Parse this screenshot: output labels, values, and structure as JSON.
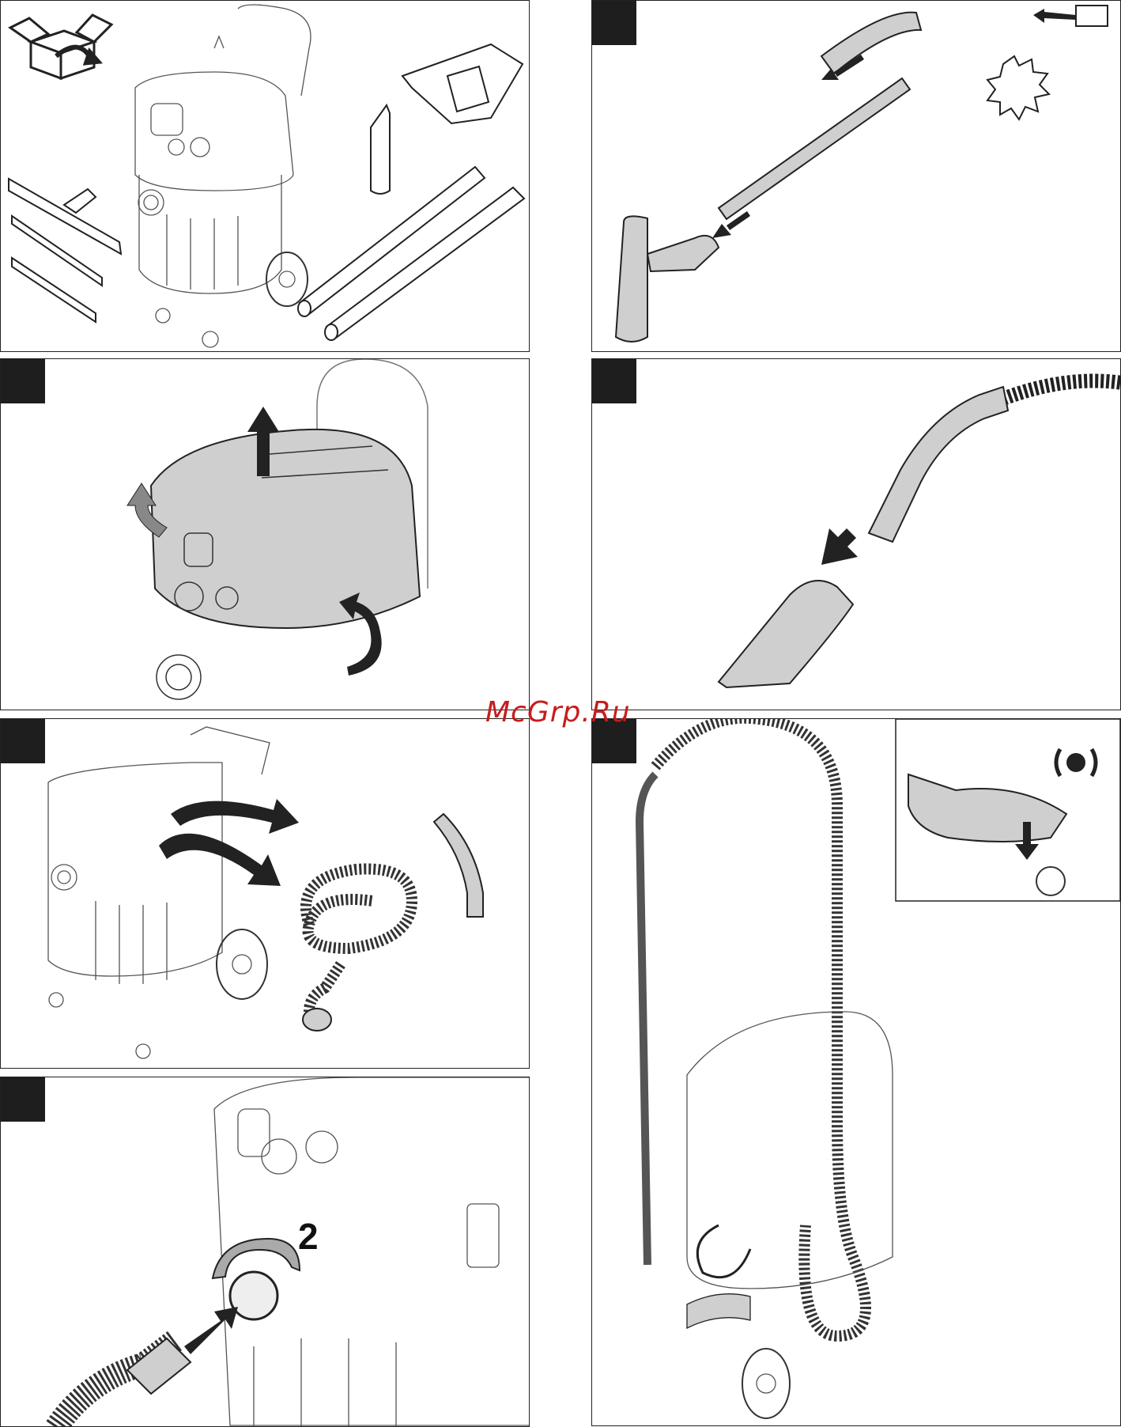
{
  "watermark": {
    "text": "McGrp.Ru"
  },
  "panels": [
    {
      "id": "unpack-contents",
      "has_number_tag": false
    },
    {
      "id": "assemble-tube-and-floor-nozzle",
      "has_number_tag": true
    },
    {
      "id": "remove-head",
      "has_number_tag": true
    },
    {
      "id": "attach-crevice-nozzle",
      "has_number_tag": true
    },
    {
      "id": "remove-accessories-from-container",
      "has_number_tag": true
    },
    {
      "id": "parking-brake-and-storage",
      "has_number_tag": true
    },
    {
      "id": "connect-suction-hose",
      "has_number_tag": true
    }
  ],
  "step6": {
    "label": "2"
  },
  "icons": {
    "box": "unpacking-box-icon",
    "vibration": "vibration-symbol-icon",
    "click": "click-burst-icon"
  },
  "colors": {
    "line": "#222222",
    "fill": "#cfcfcf",
    "tag": "#1e1e1e",
    "watermark": "#c61c1c"
  }
}
